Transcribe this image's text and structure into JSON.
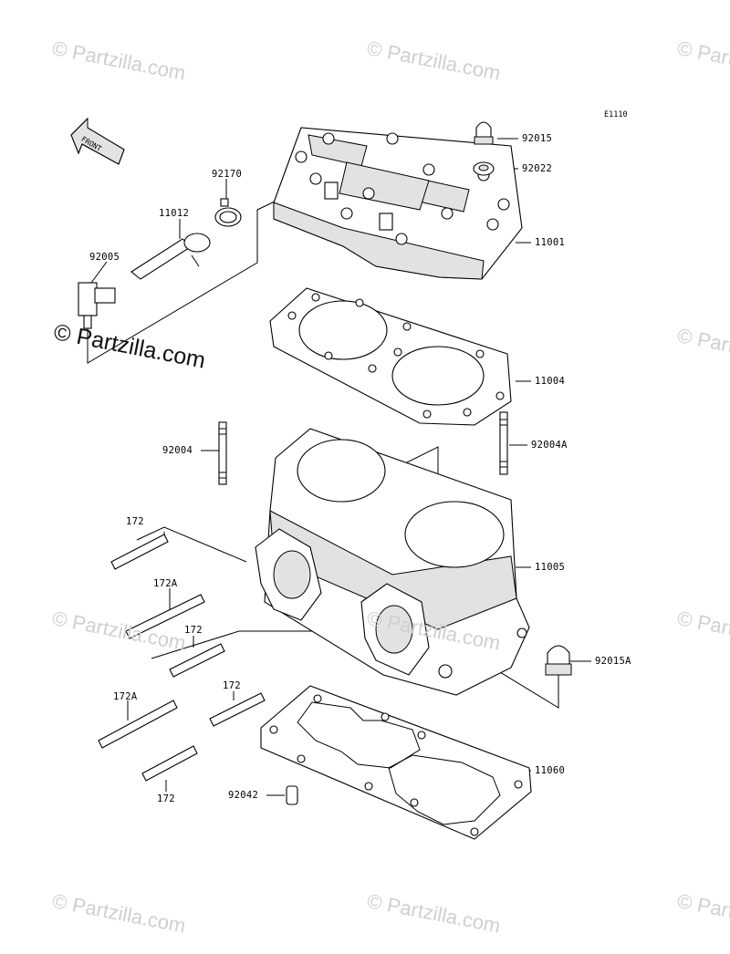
{
  "diagram_code": "E1110",
  "front_marker": "FRONT",
  "watermark": {
    "main": "© Partzilla.com",
    "faint": "© Partzilla.com"
  },
  "callouts": {
    "p92015": "92015",
    "p92022": "92022",
    "p92170": "92170",
    "p11012": "11012",
    "p92005": "92005",
    "p11001": "11001",
    "p11004": "11004",
    "p92004": "92004",
    "p92004A": "92004A",
    "p172_a": "172",
    "p172A_a": "172A",
    "p172_b": "172",
    "p172_c": "172",
    "p172A_b": "172A",
    "p172_d": "172",
    "p11005": "11005",
    "p92015A": "92015A",
    "p11060": "11060",
    "p92042": "92042"
  },
  "colors": {
    "line": "#000000",
    "watermark": "#cfcfcf",
    "background": "#ffffff"
  }
}
